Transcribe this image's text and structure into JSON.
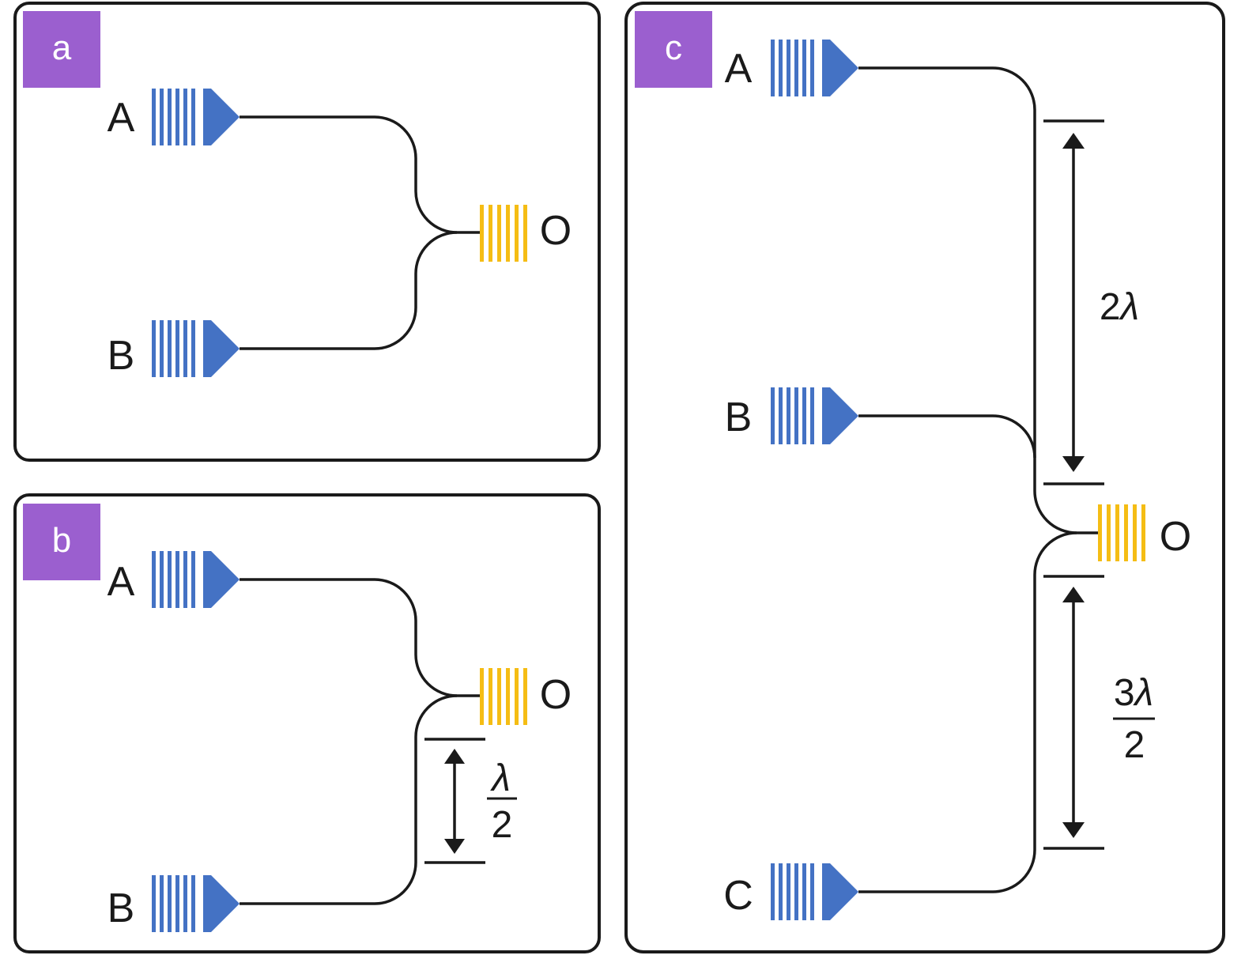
{
  "colors": {
    "input_coupler": "#4472c4",
    "output_coupler": "#f5bd14",
    "badge": "#9b5fcf",
    "line": "#1a1a1a"
  },
  "panels": {
    "a": {
      "badge": "a",
      "inputs": [
        "A",
        "B"
      ],
      "output": "O"
    },
    "b": {
      "badge": "b",
      "inputs": [
        "A",
        "B"
      ],
      "output": "O",
      "spacing": {
        "numerator": "λ",
        "denominator": "2"
      }
    },
    "c": {
      "badge": "c",
      "inputs": [
        "A",
        "B",
        "C"
      ],
      "output": "O",
      "spacing_upper": {
        "coef": "2",
        "symbol": "λ"
      },
      "spacing_lower": {
        "numerator_coef": "3",
        "numerator_symbol": "λ",
        "denominator": "2"
      }
    }
  }
}
